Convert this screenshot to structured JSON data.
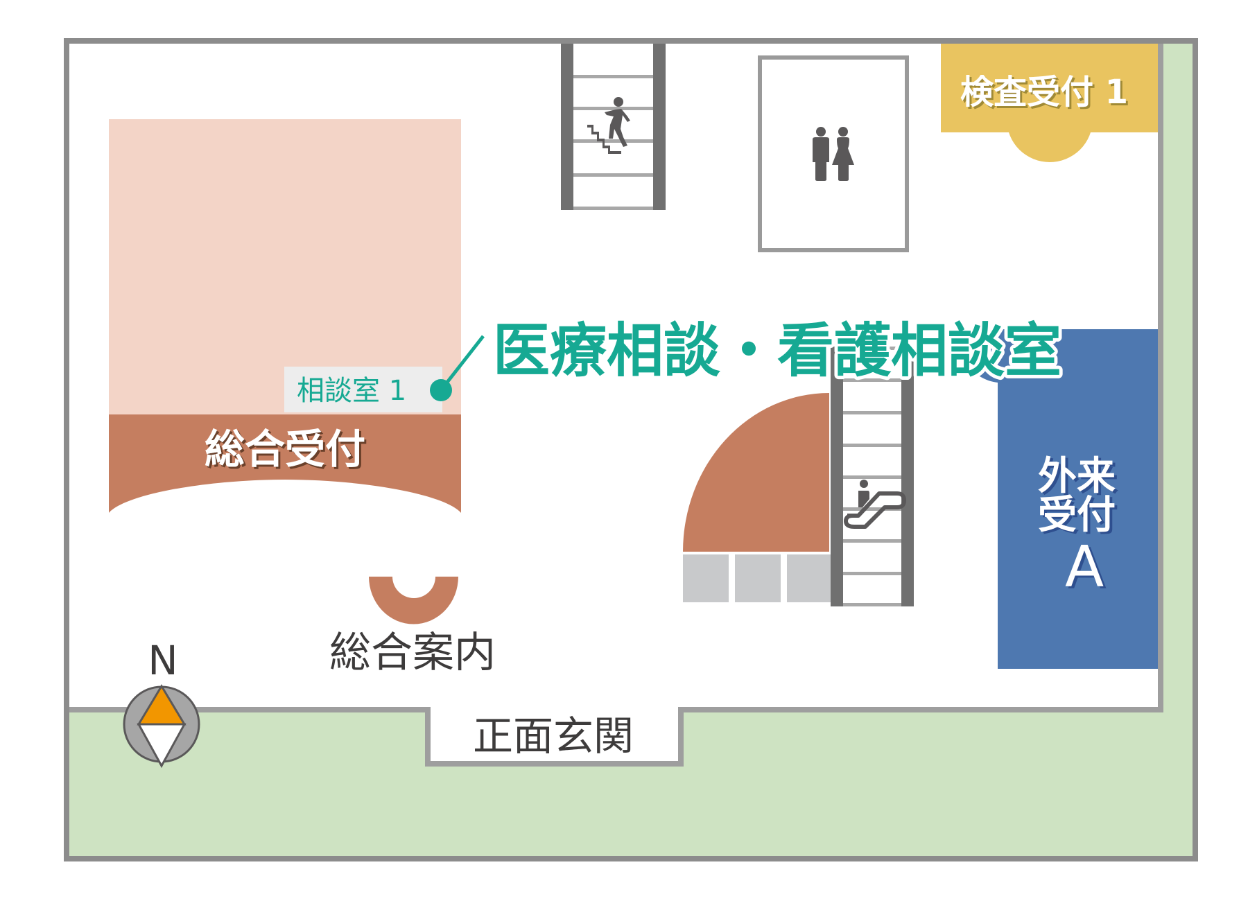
{
  "map": {
    "type": "floor-map",
    "compass": {
      "label": "N",
      "north_color": "#f29600"
    },
    "colors": {
      "wall": "#8c8c8c",
      "inner_wall": "#9e9e9e",
      "outdoor": "#cee3c2",
      "counter_pink": "#f3d4c7",
      "counter_brown": "#c57e60",
      "exam_yellow": "#e9c460",
      "outpatient_blue": "#4e78b0",
      "accent_teal": "#16a993",
      "stair_rail": "#707070",
      "stair_tread": "#a8a8a8",
      "bench_grey": "#c8c9cb",
      "icon_grey": "#5a5859"
    }
  },
  "highlight": {
    "title": "医療相談・看護相談室",
    "room_label": "相談室 1"
  },
  "areas": {
    "general_reception": "総合受付",
    "information": "総合案内",
    "main_entrance": "正面玄関",
    "exam_reception": "検査受付 1",
    "outpatient_reception_line1": "外来",
    "outpatient_reception_line2": "受付",
    "outpatient_reception_letter": "A"
  },
  "icons": {
    "stairs": "stairs-icon",
    "restroom": "restroom-icon",
    "escalator": "escalator-icon",
    "compass": "compass-icon"
  }
}
